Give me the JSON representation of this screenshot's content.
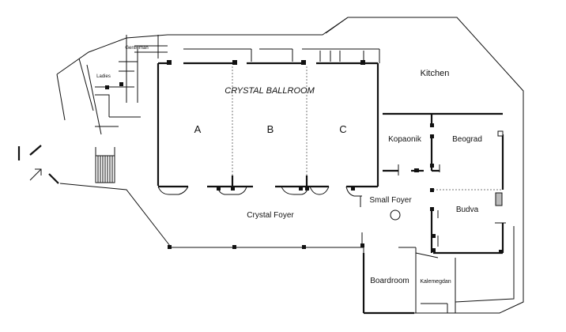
{
  "floor_plan": {
    "main_hall": {
      "title": "CRYSTAL BALLROOM",
      "sections": [
        "A",
        "B",
        "C"
      ]
    },
    "rooms": {
      "kitchen": "Kitchen",
      "kopaonik": "Kopaonik",
      "beograd": "Beograd",
      "small_foyer": "Small Foyer",
      "budva": "Budva",
      "crystal_foyer": "Crystal Foyer",
      "boardroom": "Boardroom",
      "kalemegdan": "Kalemegdan"
    },
    "restrooms": {
      "gentleman": "Gentleman",
      "ladies": "Ladies"
    },
    "entrance_marker": "entrance-arrow-icon"
  }
}
